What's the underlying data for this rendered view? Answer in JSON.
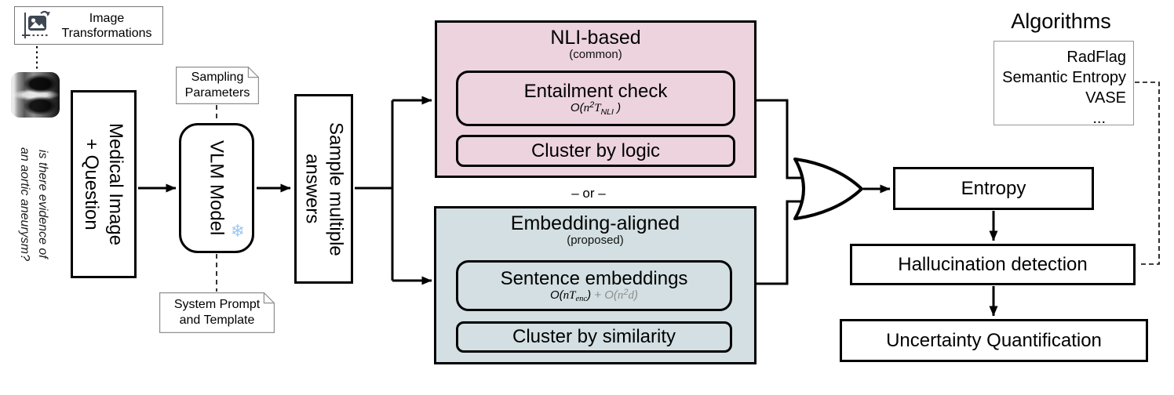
{
  "colors": {
    "nli_fill": "#ecd3dd",
    "embedding_fill": "#d3dfe2",
    "snowflake_blue": "#9ec9ef",
    "gray_complexity": "#8e8e8e",
    "line_black": "#000000"
  },
  "icons": {
    "snowflake": "❄",
    "image_transformations": "image-transformations-icon"
  },
  "inputs": {
    "image_transformations_label": "Image\nTransformations",
    "question_lines": [
      "is there evidence of",
      "an aortic aneurysm?"
    ],
    "medical_box_lines": [
      "Medical Image",
      "+ Question"
    ]
  },
  "vlm": {
    "label": "VLM Model",
    "sampling_note": "Sampling\nParameters",
    "system_note": "System Prompt\nand Template"
  },
  "sampling": {
    "sample_box_lines": [
      "Sample multiple",
      "answers"
    ]
  },
  "or_label": "– or –",
  "nli": {
    "title": "NLI-based",
    "subtitle": "(common)",
    "entailment_label": "Entailment check",
    "formula": {
      "o": "O(",
      "n": "n",
      "sup": "2",
      "t": "T",
      "sub": "NLI",
      "close": " )"
    },
    "cluster_label": "Cluster by logic"
  },
  "embedding": {
    "title": "Embedding-aligned",
    "subtitle": "(proposed)",
    "sentence_label": "Sentence embeddings",
    "formula": {
      "o": "O(",
      "nt": "nT",
      "sub": "enc",
      "close": ") ",
      "plus": "+ ",
      "o2": "O(",
      "n2": "n",
      "sup2": "2",
      "d": "d",
      "close2": ")"
    },
    "cluster_label": "Cluster by similarity"
  },
  "outputs": {
    "entropy": "Entropy",
    "hallucination": "Hallucination detection",
    "uncertainty": "Uncertainty Quantification"
  },
  "algorithms": {
    "title": "Algorithms",
    "items": [
      "RadFlag",
      "Semantic Entropy",
      "VASE",
      "..."
    ]
  }
}
